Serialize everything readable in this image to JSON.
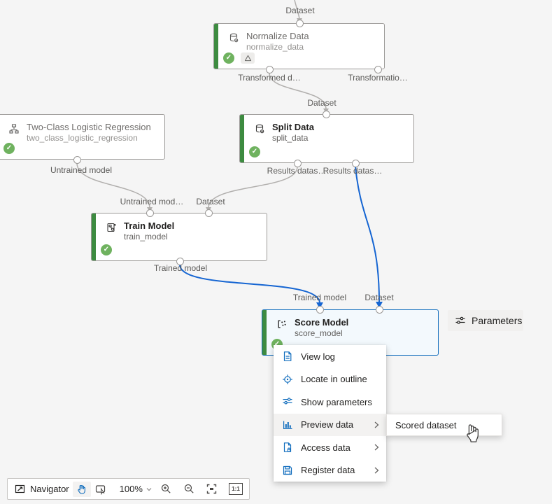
{
  "colors": {
    "canvas_bg": "#f5f5f5",
    "accent_blue": "#0f6cbd",
    "edge_blue": "#1565d2",
    "edge_gray": "#b1afad",
    "node_green_bar": "#3d8b40",
    "check_green": "#6fb25f",
    "menu_highlight": "#f3f2f1"
  },
  "nodes": [
    {
      "title": "Normalize Data",
      "subtitle": "normalize_data",
      "icon": "database-gear-icon",
      "status": "succeeded",
      "reuse_badge": true
    },
    {
      "title": "Two-Class Logistic Regression",
      "subtitle": "two_class_logistic_regression",
      "icon": "hierarchy-icon",
      "status": "succeeded"
    },
    {
      "title": "Split Data",
      "subtitle": "split_data",
      "icon": "database-gear-icon",
      "status": "succeeded"
    },
    {
      "title": "Train Model",
      "subtitle": "train_model",
      "icon": "clipboard-flow-icon",
      "status": "succeeded"
    },
    {
      "title": "Score Model",
      "subtitle": "score_model",
      "icon": "scatter-icon",
      "status": "succeeded",
      "selected": true
    }
  ],
  "port_labels": [
    {
      "text": "Dataset"
    },
    {
      "text": "Transformed d…"
    },
    {
      "text": "Transformatio…"
    },
    {
      "text": "Dataset"
    },
    {
      "text": "Results datas…"
    },
    {
      "text": "Results datas…"
    },
    {
      "text": "Untrained model"
    },
    {
      "text": "Untrained mod…"
    },
    {
      "text": "Dataset"
    },
    {
      "text": "Trained model"
    },
    {
      "text": "Trained model"
    },
    {
      "text": "Dataset"
    }
  ],
  "context_menu": {
    "items": [
      {
        "label": "View log",
        "icon": "log-file-icon",
        "has_submenu": false
      },
      {
        "label": "Locate in outline",
        "icon": "locate-target-icon",
        "has_submenu": false
      },
      {
        "label": "Show parameters",
        "icon": "sliders-icon",
        "has_submenu": false
      },
      {
        "label": "Preview data",
        "icon": "bar-chart-icon",
        "has_submenu": true,
        "highlighted": true
      },
      {
        "label": "Access data",
        "icon": "file-lock-icon",
        "has_submenu": true
      },
      {
        "label": "Register data",
        "icon": "save-icon",
        "has_submenu": true
      }
    ]
  },
  "submenu": {
    "items": [
      {
        "label": "Scored dataset"
      }
    ]
  },
  "parameters_button": {
    "label": "Parameters",
    "icon": "sliders-icon"
  },
  "toolbar": {
    "navigator_label": "Navigator",
    "zoom_level": "100%",
    "actual_size_label": "1:1",
    "tools": [
      "navigator",
      "pan-hand",
      "select-pointer",
      "zoom-dropdown",
      "zoom-in",
      "zoom-out",
      "fit-to-screen",
      "actual-size"
    ]
  }
}
